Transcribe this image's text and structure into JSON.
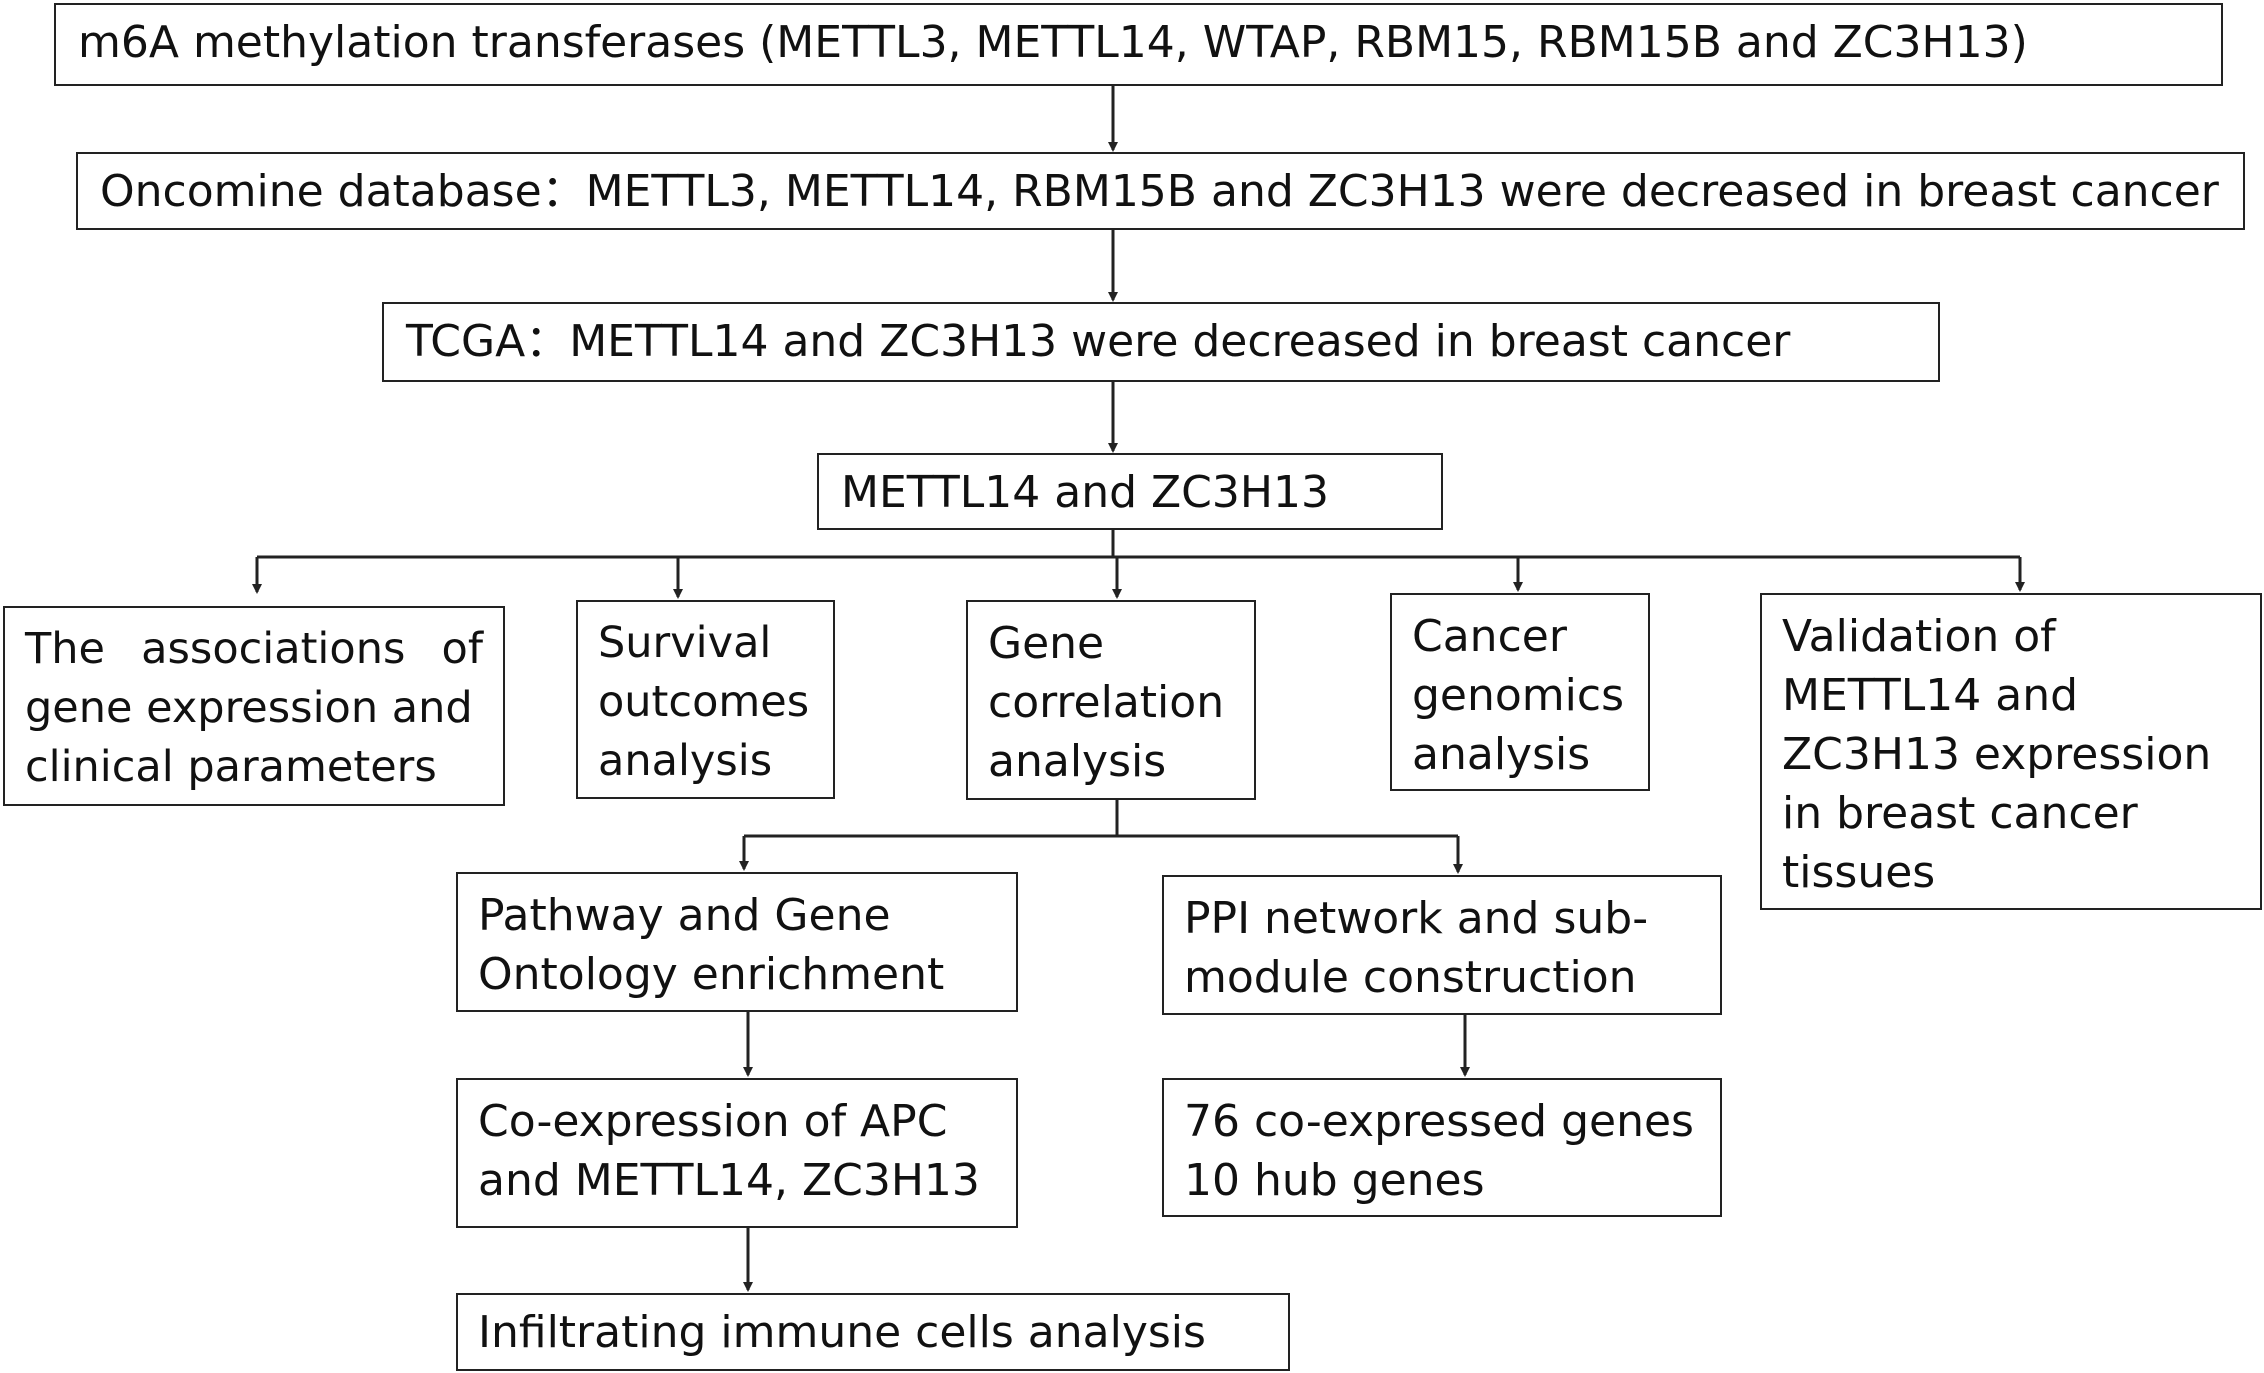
{
  "nodes": {
    "transferases": {
      "text": "m6A methylation transferases (METTL3, METTL14, WTAP, RBM15, RBM15B and ZC3H13)"
    },
    "oncomine": {
      "text": "Oncomine database：METTL3, METTL14, RBM15B and ZC3H13 were decreased in breast cancer"
    },
    "tcga": {
      "text": "TCGA：METTL14 and ZC3H13 were decreased in breast cancer"
    },
    "genes": {
      "text": "METTL14 and ZC3H13"
    },
    "associations": {
      "lines": [
        "The associations of",
        "gene expression and",
        "clinical parameters"
      ]
    },
    "survival": {
      "lines": [
        "Survival",
        "outcomes",
        "analysis"
      ]
    },
    "correlation": {
      "lines": [
        "Gene",
        "correlation",
        "analysis"
      ]
    },
    "genomics": {
      "lines": [
        "Cancer",
        "genomics",
        "analysis"
      ]
    },
    "validation": {
      "lines": [
        "Validation of",
        "METTL14 and",
        "ZC3H13 expression",
        "in  breast cancer",
        "tissues"
      ]
    },
    "pathway": {
      "lines": [
        "Pathway and Gene",
        "Ontology enrichment"
      ]
    },
    "ppi": {
      "lines": [
        "PPI network and sub-",
        "module construction"
      ]
    },
    "coexpression": {
      "lines": [
        "Co-expression of APC",
        "and METTL14, ZC3H13"
      ]
    },
    "hub": {
      "lines": [
        "76 co-expressed genes",
        "10 hub genes"
      ]
    },
    "immune": {
      "text": "Infiltrating immune cells analysis"
    }
  },
  "colors": {
    "line": "#222222",
    "box_border": "#222222",
    "text": "#111111",
    "background": "#ffffff"
  }
}
